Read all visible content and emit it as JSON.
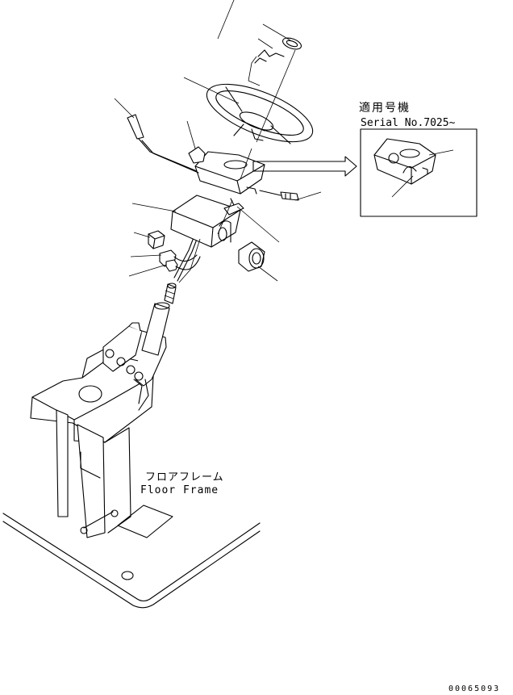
{
  "inset": {
    "title_jp": "適用号機",
    "serial_label": "Serial No.7025~"
  },
  "floor_frame": {
    "label_jp": "フロアフレーム",
    "label_en": "Floor Frame"
  },
  "drawing_number": "00065093"
}
